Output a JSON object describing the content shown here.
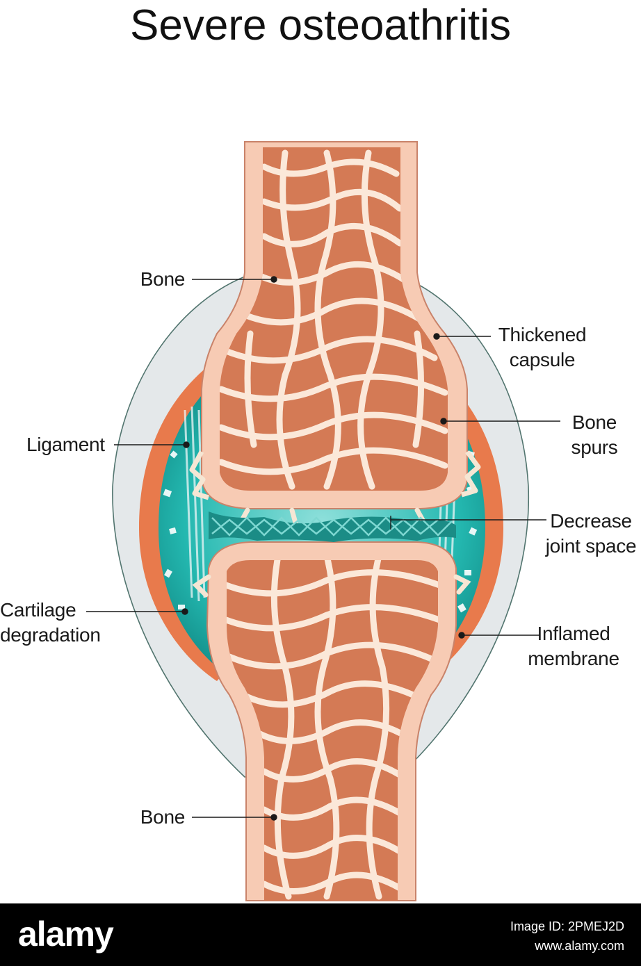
{
  "title": "Severe osteoathritis",
  "labels": {
    "bone_top": "Bone",
    "thickened_capsule": [
      "Thickened",
      "capsule"
    ],
    "bone_spurs": [
      "Bone",
      "spurs"
    ],
    "ligament": "Ligament",
    "decrease_joint_space": [
      "Decrease",
      "joint space"
    ],
    "cartilage_degradation": [
      "Cartilage",
      "degradation"
    ],
    "inflamed_membrane": [
      "Inflamed",
      "membrane"
    ],
    "bone_bottom": "Bone"
  },
  "colors": {
    "bone_shell": "#f7cbb4",
    "bone_outline": "#c9836a",
    "marrow": "#d47a55",
    "trabeculae": "#fbe8d9",
    "capsule": "#e4e8ea",
    "capsule_outline": "#52756f",
    "synovial_fluid": "#1fb5ad",
    "inflamed_membrane": "#e87a4c",
    "cartilage_fragments": "#0f6e6a"
  },
  "footer": {
    "brand": "alamy",
    "image_id": "Image ID: 2PMEJ2D",
    "site": "www.alamy.com"
  }
}
